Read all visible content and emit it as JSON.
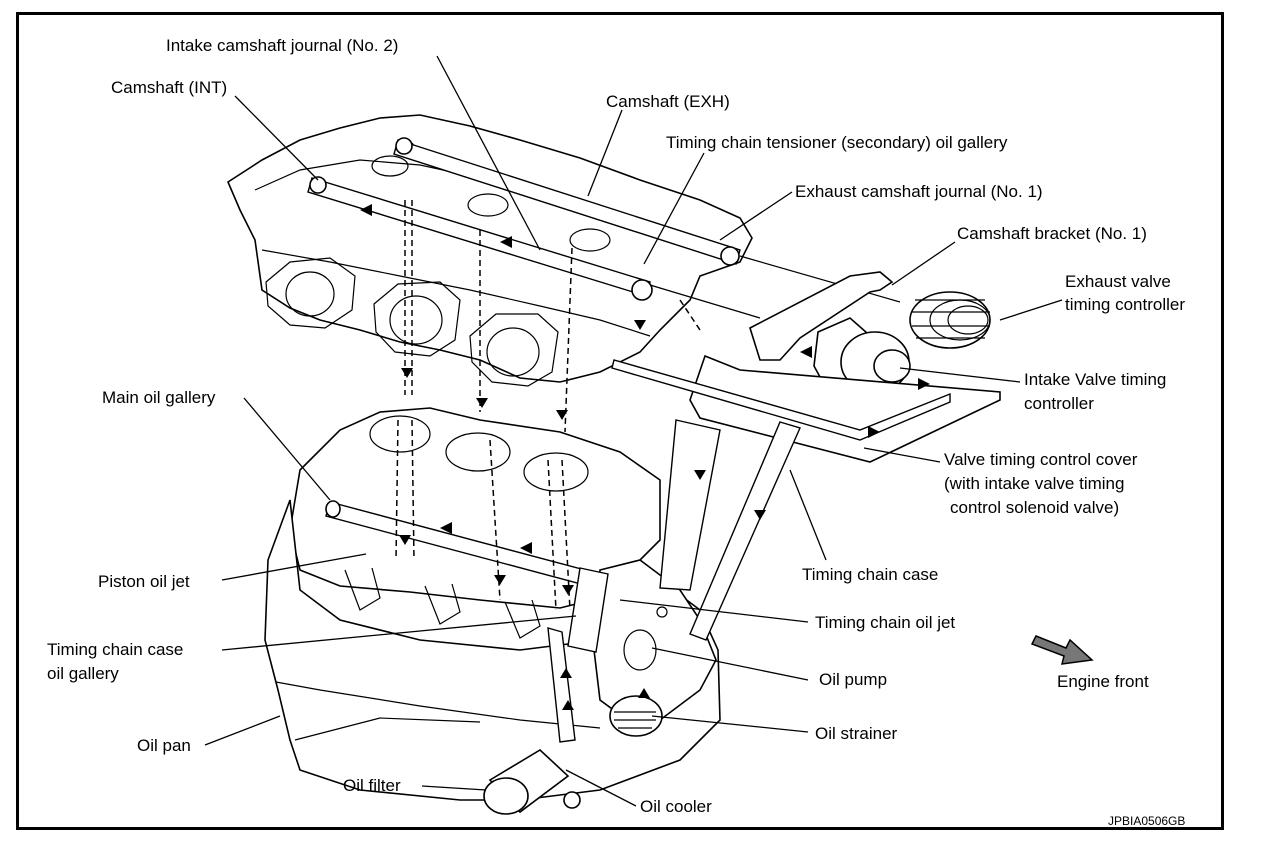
{
  "labels": {
    "intake_camshaft_journal": "Intake camshaft journal (No. 2)",
    "camshaft_int": "Camshaft (INT)",
    "camshaft_exh": "Camshaft (EXH)",
    "tensioner_gallery": "Timing chain tensioner (secondary) oil gallery",
    "exhaust_camshaft_journal": "Exhaust camshaft journal (No. 1)",
    "camshaft_bracket": "Camshaft bracket (No. 1)",
    "exhaust_vtc_1": "Exhaust valve",
    "exhaust_vtc_2": "timing controller",
    "intake_vtc_1": "Intake Valve timing",
    "intake_vtc_2": "controller",
    "main_oil_gallery": "Main oil gallery",
    "vtc_cover_1": "Valve timing control cover",
    "vtc_cover_2": "(with intake valve timing",
    "vtc_cover_3": "control solenoid valve)",
    "timing_chain_case": "Timing chain case",
    "piston_oil_jet": "Piston oil jet",
    "timing_chain_oil_jet": "Timing chain oil jet",
    "chain_case_gallery_1": "Timing chain case",
    "chain_case_gallery_2": "oil gallery",
    "oil_pump": "Oil pump",
    "engine_front": "Engine front",
    "oil_pan": "Oil pan",
    "oil_strainer": "Oil strainer",
    "oil_filter": "Oil filter",
    "oil_cooler": "Oil cooler",
    "figure_code": "JPBIA0506GB"
  },
  "colors": {
    "ink": "#000000",
    "paper": "#ffffff"
  }
}
